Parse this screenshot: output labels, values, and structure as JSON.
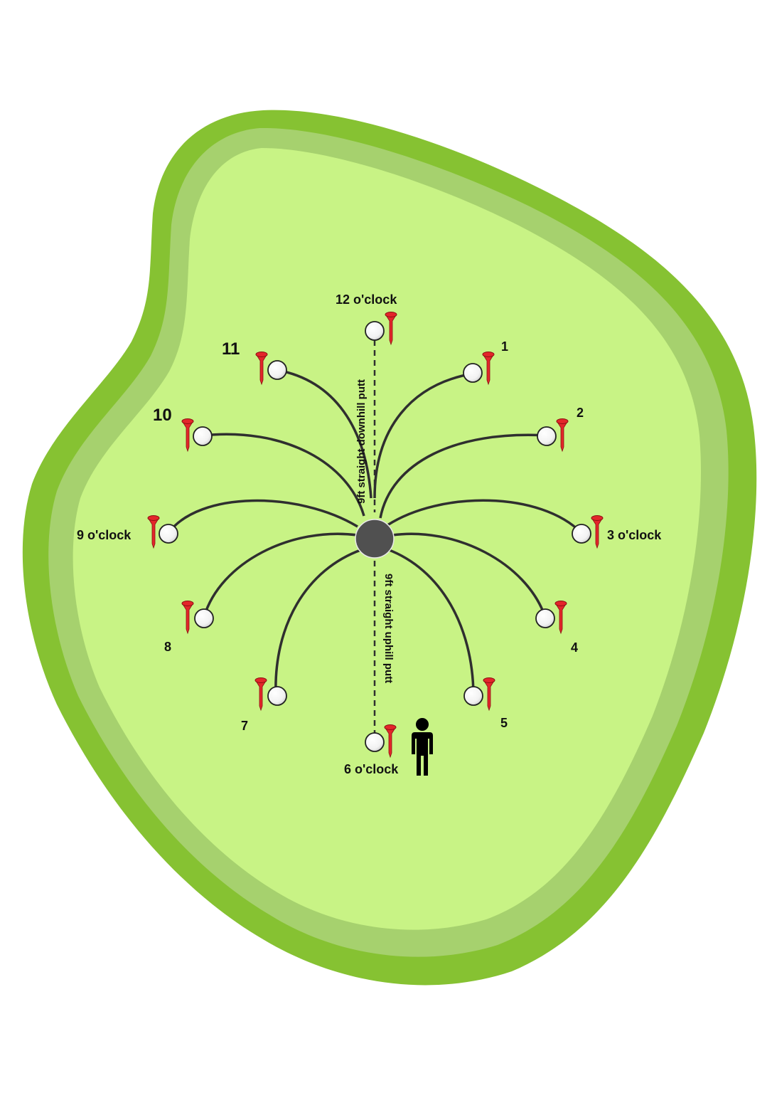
{
  "colors": {
    "green_outer": "#86c232",
    "green_middle": "#a6d16e",
    "green_inner": "#c8f385",
    "hole": "#505050",
    "line": "#2f2f2f",
    "ball": "#ffffff",
    "tee": "#e3262a",
    "figure": "#000000"
  },
  "labels": {
    "twelve": "12 o'clock",
    "one": "1",
    "two": "2",
    "three": "3 o'clock",
    "four": "4",
    "five": "5",
    "six": "6 o'clock",
    "seven": "7",
    "eight": "8",
    "nine": "9 o'clock",
    "ten": "10",
    "eleven": "11"
  },
  "annotations": {
    "downhill": "9ft straight downhill putt",
    "uphill": "9ft straight uphill putt"
  },
  "icons": {
    "hole": "hole-icon",
    "ball": "golf-ball-icon",
    "tee": "tee-icon",
    "player": "person-icon"
  }
}
